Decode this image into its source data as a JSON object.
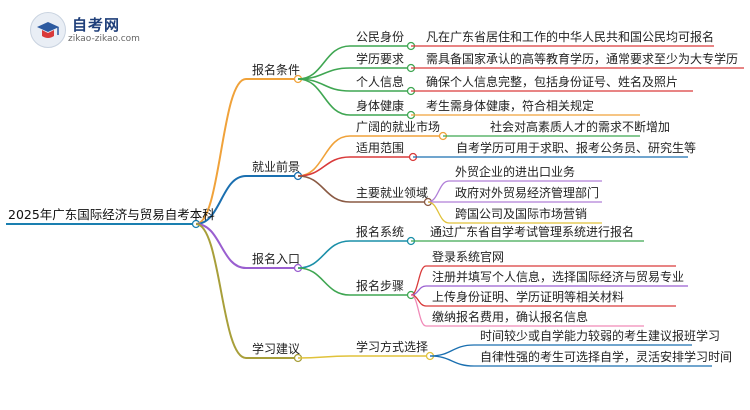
{
  "logo": {
    "title": "自考网",
    "url": "zikao-zikao.com"
  },
  "root": {
    "label": "2025年广东国际经济与贸易自考本科",
    "color": "#1a7fb0"
  },
  "branches": [
    {
      "label": "报名条件",
      "color": "#f0a23a",
      "children": [
        {
          "label": "公民身份",
          "color": "#3fa652",
          "leaves": [
            {
              "label": "凡在广东省居住和工作的中华人民共和国公民均可报名",
              "color": "#d93a3a"
            }
          ]
        },
        {
          "label": "学历要求",
          "color": "#3fa652",
          "leaves": [
            {
              "label": "需具备国家承认的高等教育学历，通常要求至少为大专学历",
              "color": "#d93a3a"
            }
          ]
        },
        {
          "label": "个人信息",
          "color": "#3fa652",
          "leaves": [
            {
              "label": "确保个人信息完整，包括身份证号、姓名及照片",
              "color": "#d93a3a"
            }
          ]
        },
        {
          "label": "身体健康",
          "color": "#3fa652",
          "leaves": [
            {
              "label": "考生需身体健康，符合相关规定",
              "color": "#f0a23a"
            }
          ]
        }
      ]
    },
    {
      "label": "就业前景",
      "color": "#1a6fb0",
      "children": [
        {
          "label": "广阔的就业市场",
          "color": "#f0a23a",
          "leaves": [
            {
              "label": "社会对高素质人才的需求不断增加",
              "color": "#3fa652"
            }
          ]
        },
        {
          "label": "适用范围",
          "color": "#d93a3a",
          "leaves": [
            {
              "label": "自考学历可用于求职、报考公务员、研究生等",
              "color": "#1a6fb0"
            }
          ]
        },
        {
          "label": "主要就业领域",
          "color": "#8a5a44",
          "leaves": [
            {
              "label": "外贸企业的进出口业务",
              "color": "#b07fd8"
            },
            {
              "label": "政府对外贸易经济管理部门",
              "color": "#b07fd8"
            },
            {
              "label": "跨国公司及国际市场营销",
              "color": "#e0c23a"
            }
          ]
        }
      ]
    },
    {
      "label": "报名入口",
      "color": "#9a5fd0",
      "children": [
        {
          "label": "报名系统",
          "color": "#1a8fa8",
          "leaves": [
            {
              "label": "通过广东省自学考试管理系统进行报名",
              "color": "#3fa652"
            }
          ]
        },
        {
          "label": "报名步骤",
          "color": "#3fa652",
          "leaves": [
            {
              "label": "登录系统官网",
              "color": "#d93a3a"
            },
            {
              "label": "注册并填写个人信息，选择国际经济与贸易专业",
              "color": "#9a5fd0"
            },
            {
              "label": "上传身份证明、学历证明等相关材料",
              "color": "#d93a3a"
            },
            {
              "label": "缴纳报名费用，确认报名信息",
              "color": "#f08ab8"
            }
          ]
        }
      ]
    },
    {
      "label": "学习建议",
      "color": "#a89f3a",
      "children": [
        {
          "label": "学习方式选择",
          "color": "#e0c23a",
          "leaves": [
            {
              "label": "时间较少或自学能力较弱的考生建议报班学习",
              "color": "#1a6fb0"
            },
            {
              "label": "自律性强的考生可选择自学，灵活安排学习时间",
              "color": "#1a6fb0"
            }
          ]
        }
      ]
    }
  ]
}
